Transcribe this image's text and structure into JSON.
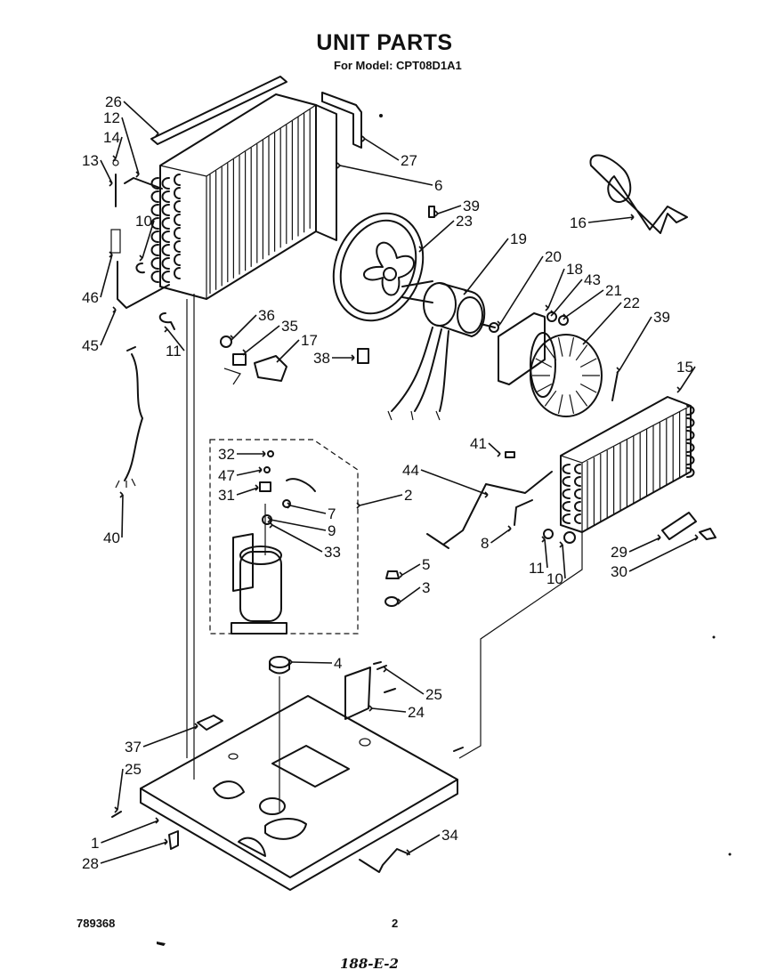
{
  "header": {
    "title": "UNIT PARTS",
    "subtitle": "For Model: CPT08D1A1"
  },
  "footer": {
    "code": "789368",
    "page": "2",
    "handwritten": "188-E-2"
  },
  "callouts": [
    "26",
    "12",
    "14",
    "13",
    "10",
    "46",
    "45",
    "11",
    "27",
    "6",
    "39",
    "23",
    "19",
    "16",
    "20",
    "18",
    "43",
    "21",
    "22",
    "39",
    "15",
    "36",
    "35",
    "17",
    "38",
    "40",
    "41",
    "44",
    "32",
    "47",
    "31",
    "2",
    "7",
    "9",
    "33",
    "5",
    "3",
    "8",
    "11",
    "10",
    "29",
    "30",
    "4",
    "25",
    "24",
    "37",
    "25",
    "1",
    "28",
    "34"
  ]
}
